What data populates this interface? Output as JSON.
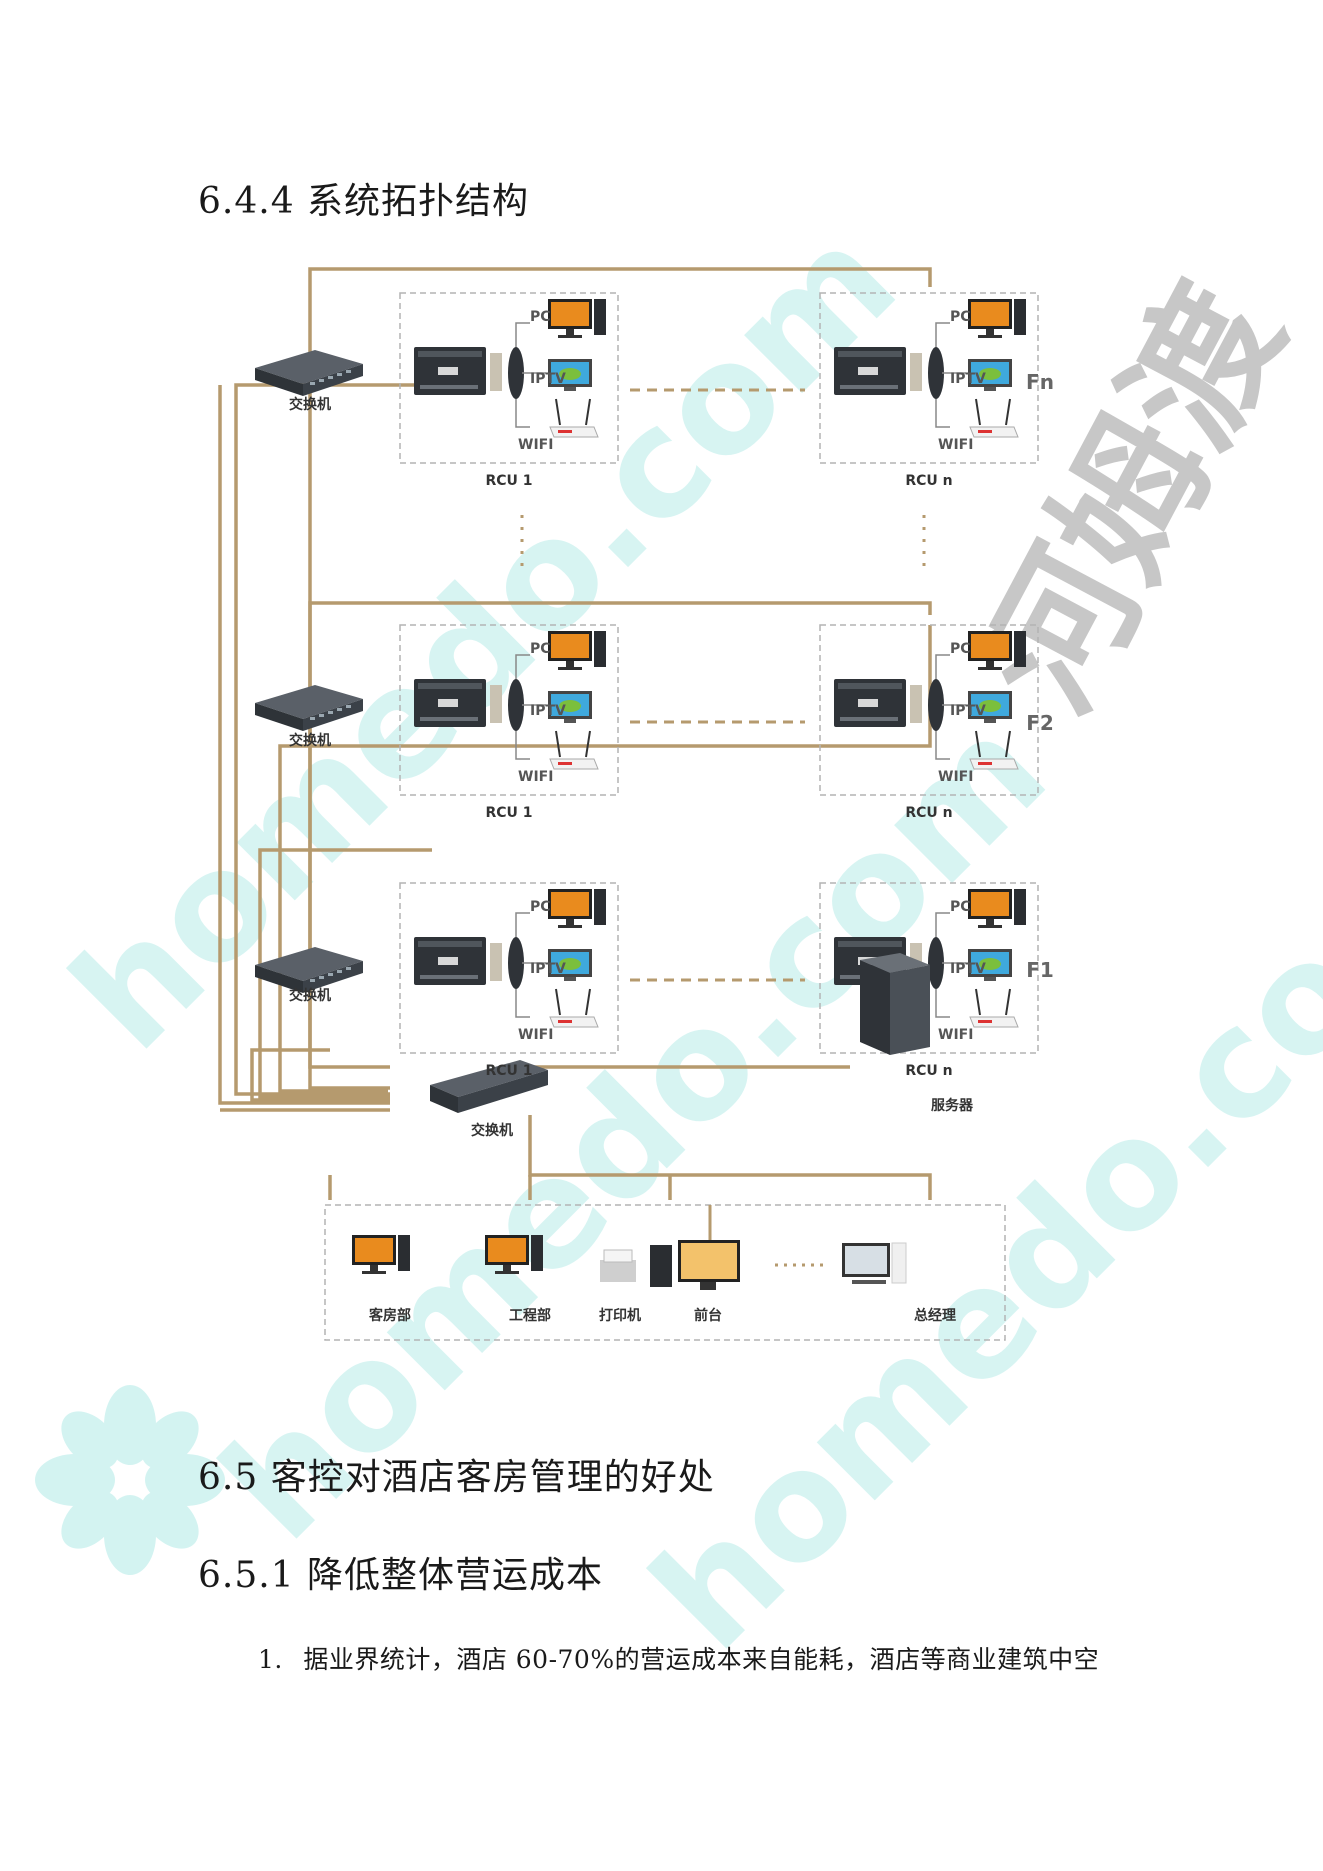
{
  "headings": {
    "h644": "6.4.4 系统拓扑结构",
    "h65": "6.5 客控对酒店客房管理的好处",
    "h651": "6.5.1 降低整体营运成本"
  },
  "paragraph": {
    "number": "1.",
    "text": "据业界统计，酒店 60-70%的营运成本来自能耗，酒店等商业建筑中空"
  },
  "diagram": {
    "switch_label": "交换机",
    "server_label": "服务器",
    "rcu_first": "RCU 1",
    "rcu_last": "RCU n",
    "pc": "PC",
    "iptv": "IPTV",
    "wifi": "WIFI",
    "floors": [
      "Fn",
      "F2",
      "F1"
    ],
    "bottom_nodes": [
      "客房部",
      "工程部",
      "打印机",
      "前台",
      "总经理"
    ],
    "colors": {
      "line": "#b59a6e",
      "switch": "#3b4148",
      "box_border": "#b4b4b4"
    }
  },
  "watermark": {
    "en": "homedo.com",
    "cn": "河姆渡"
  }
}
